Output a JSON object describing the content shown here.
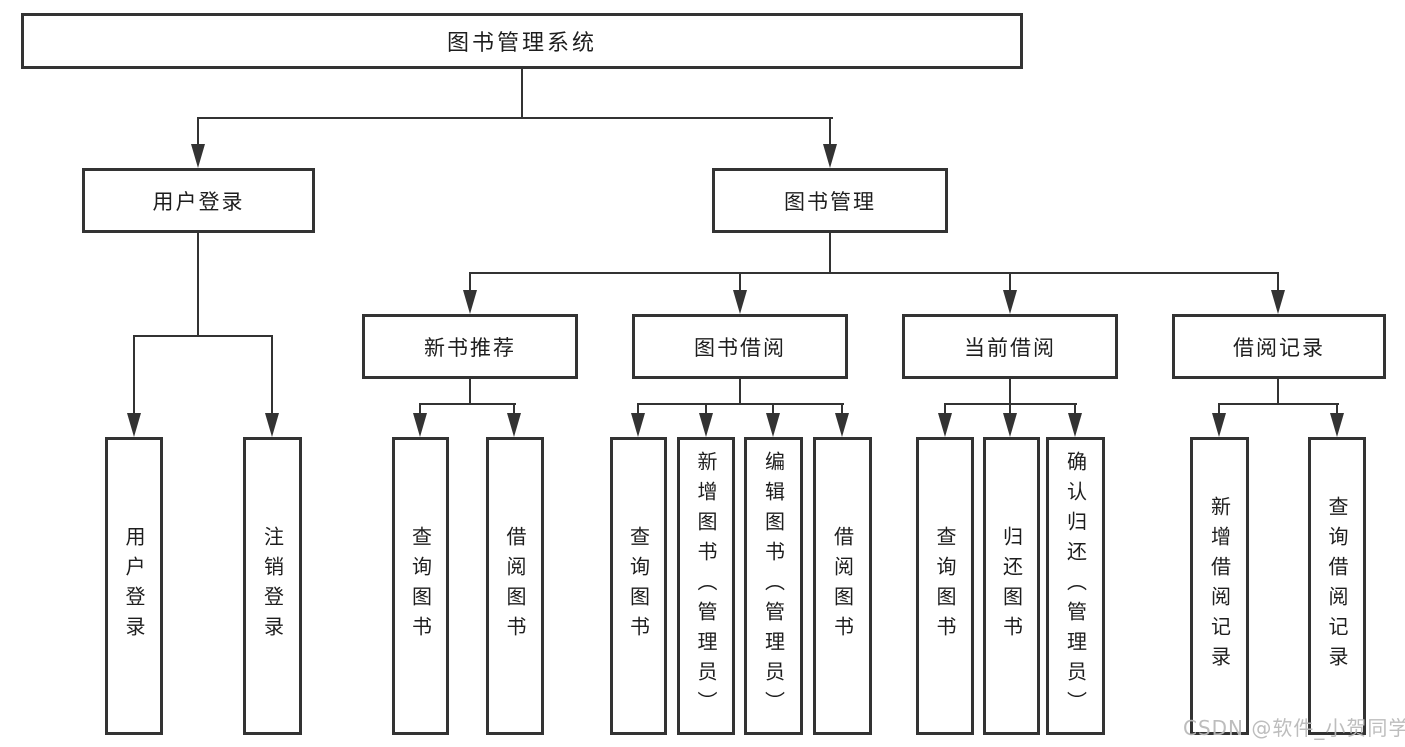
{
  "tree": {
    "root": {
      "label": "图书管理系统",
      "children": [
        {
          "label": "用户登录",
          "children": [
            {
              "label": "用户登录"
            },
            {
              "label": "注销登录"
            }
          ]
        },
        {
          "label": "图书管理",
          "children": [
            {
              "label": "新书推荐",
              "children": [
                {
                  "label": "查询图书"
                },
                {
                  "label": "借阅图书"
                }
              ]
            },
            {
              "label": "图书借阅",
              "children": [
                {
                  "label": "查询图书"
                },
                {
                  "label": "新增图书（管理员）"
                },
                {
                  "label": "编辑图书（管理员）"
                },
                {
                  "label": "借阅图书"
                }
              ]
            },
            {
              "label": "当前借阅",
              "children": [
                {
                  "label": "查询图书"
                },
                {
                  "label": "归还图书"
                },
                {
                  "label": "确认归还（管理员）"
                }
              ]
            },
            {
              "label": "借阅记录",
              "children": [
                {
                  "label": "新增借阅记录"
                },
                {
                  "label": "查询借阅记录"
                }
              ]
            }
          ]
        }
      ]
    }
  },
  "watermark": "CSDN @软件_小贺同学",
  "colors": {
    "line": "#333333",
    "text": "#1e1e1e",
    "watermark": "#b9b9b9",
    "background": "#ffffff"
  }
}
